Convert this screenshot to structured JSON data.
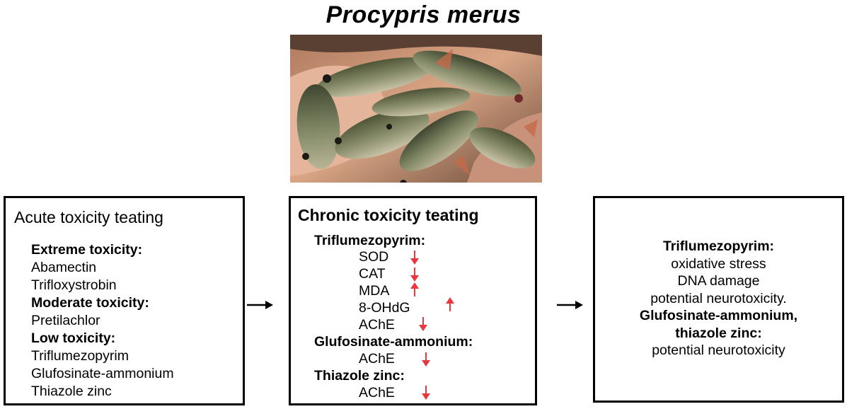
{
  "title": "Procypris merus",
  "acute": {
    "heading": "Acute toxicity teating",
    "groups": [
      {
        "label": "Extreme toxicity:",
        "items": [
          "Abamectin",
          "Trifloxystrobin"
        ]
      },
      {
        "label": "Moderate toxicity:",
        "items": [
          "Pretilachlor"
        ]
      },
      {
        "label": "Low toxicity:",
        "items": [
          "Triflumezopyrim",
          "Glufosinate-ammonium",
          "Thiazole zinc"
        ]
      }
    ]
  },
  "chronic": {
    "heading": "Chronic toxicity teating",
    "chem1": "Triflumezopyrim:",
    "chem1_markers": [
      {
        "name": "SOD",
        "direction": "down"
      },
      {
        "name": "CAT",
        "direction": "down"
      },
      {
        "name": "MDA",
        "direction": "up"
      },
      {
        "name": "8-OHdG",
        "direction": "up"
      },
      {
        "name": "AChE",
        "direction": "down"
      }
    ],
    "chem2": "Glufosinate-ammonium:",
    "chem2_marker": {
      "name": "AChE",
      "direction": "down"
    },
    "chem3": "Thiazole zinc:",
    "chem3_marker": {
      "name": "AChE",
      "direction": "down"
    }
  },
  "conclusion": {
    "chem1": "Triflumezopyrim:",
    "chem1_effects": [
      "oxidative stress",
      "DNA damage",
      "potential neurotoxicity."
    ],
    "chem2_line1": "Glufosinate-ammonium,",
    "chem2_line2": "thiazole zinc:",
    "chem2_effect": "potential neurotoxicity"
  },
  "colors": {
    "arrow_red": "#e8383d",
    "text": "#000000",
    "border": "#000000"
  }
}
